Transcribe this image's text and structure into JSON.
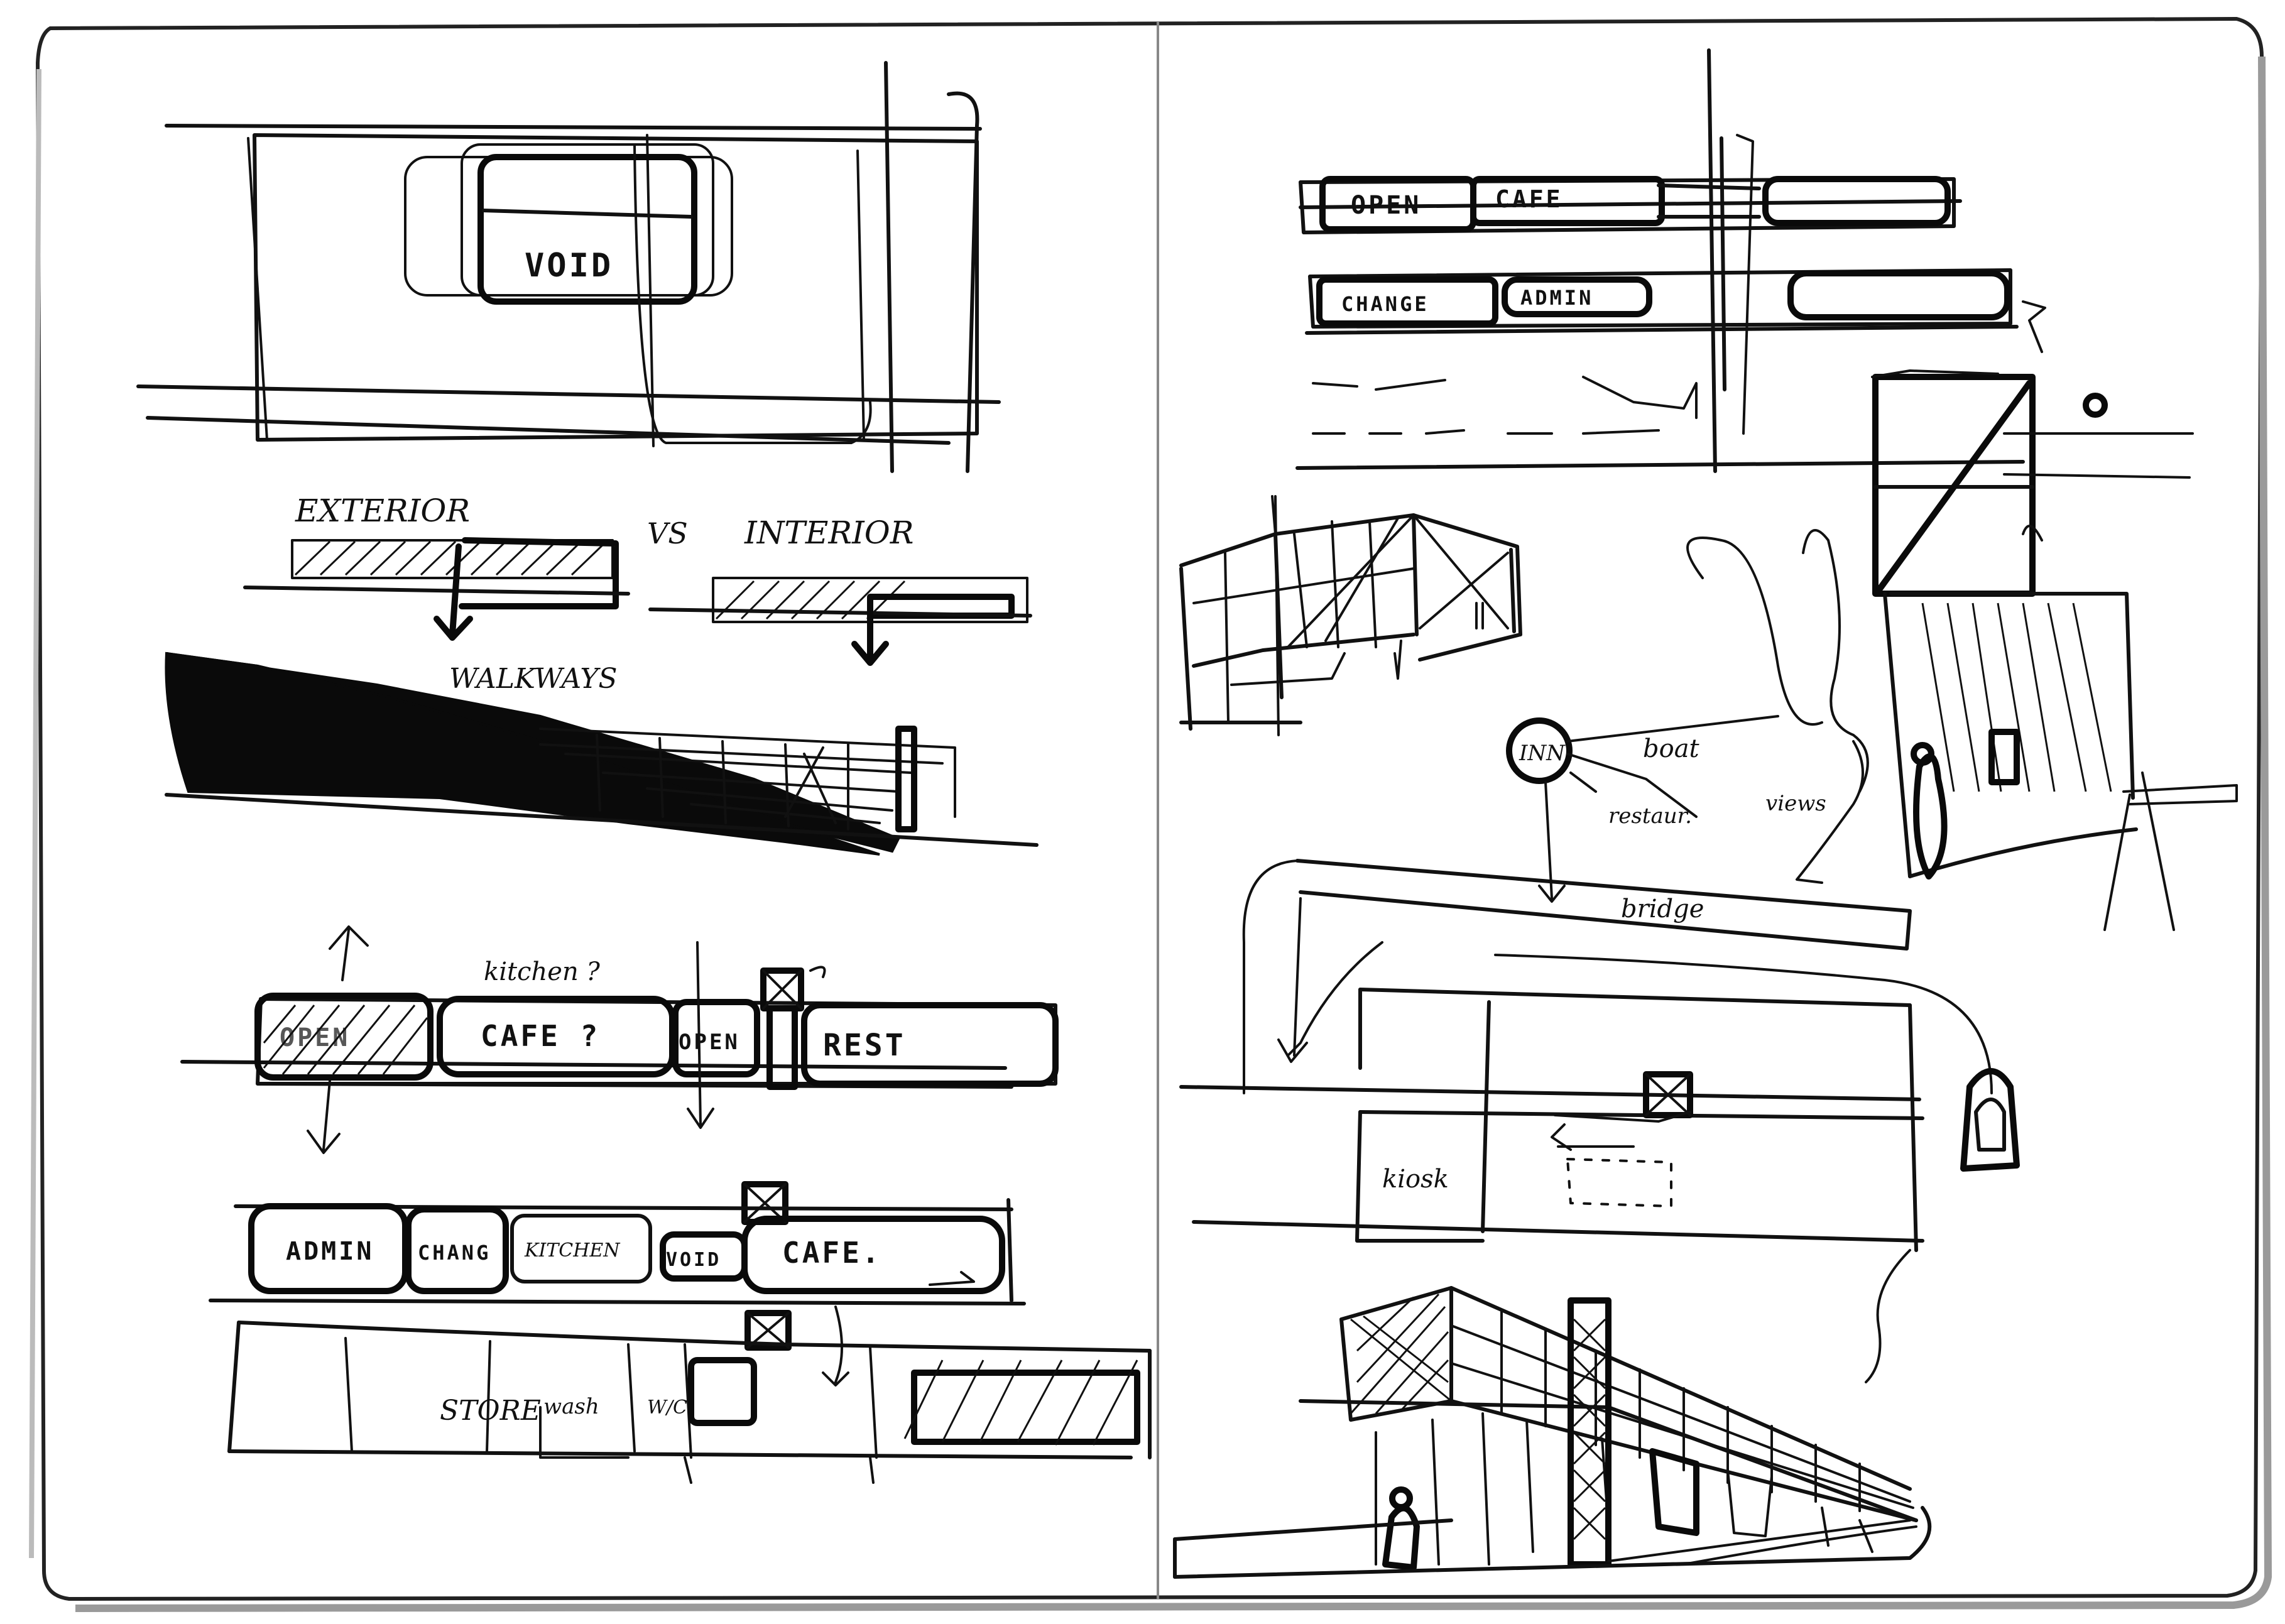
{
  "left_page": {
    "plan_void": {
      "label": "VOID"
    },
    "section_compare": {
      "left": "EXTERIOR",
      "mid": "VS",
      "right": "INTERIOR"
    },
    "walkways": "WALKWAYS",
    "strip1": {
      "note": "kitchen ?",
      "open1": "OPEN",
      "cafe": "CAFE ?",
      "open2": "OPEN",
      "rest": "REST"
    },
    "strip2": {
      "admin": "ADMIN",
      "change": "CHANG",
      "kitchen": "KITCHEN",
      "void": "VOID",
      "cafe": "CAFE."
    },
    "elevation": {
      "store": "STORE",
      "wash": "wash",
      "wc": "W/C"
    }
  },
  "right_page": {
    "strip_top": {
      "open": "OPEN",
      "cafe": "CAFE"
    },
    "strip_mid": {
      "change": "CHANGE",
      "admin": "ADMIN"
    },
    "bubble": {
      "inn": "INN",
      "boat": "boat",
      "restaurant": "restaur.",
      "views": "views",
      "bridge": "bridge"
    },
    "plan": {
      "kiosk": "kiosk"
    }
  },
  "colors": {
    "ink": "#111111",
    "paper": "#ffffff",
    "frame": "#9a9a9a"
  }
}
